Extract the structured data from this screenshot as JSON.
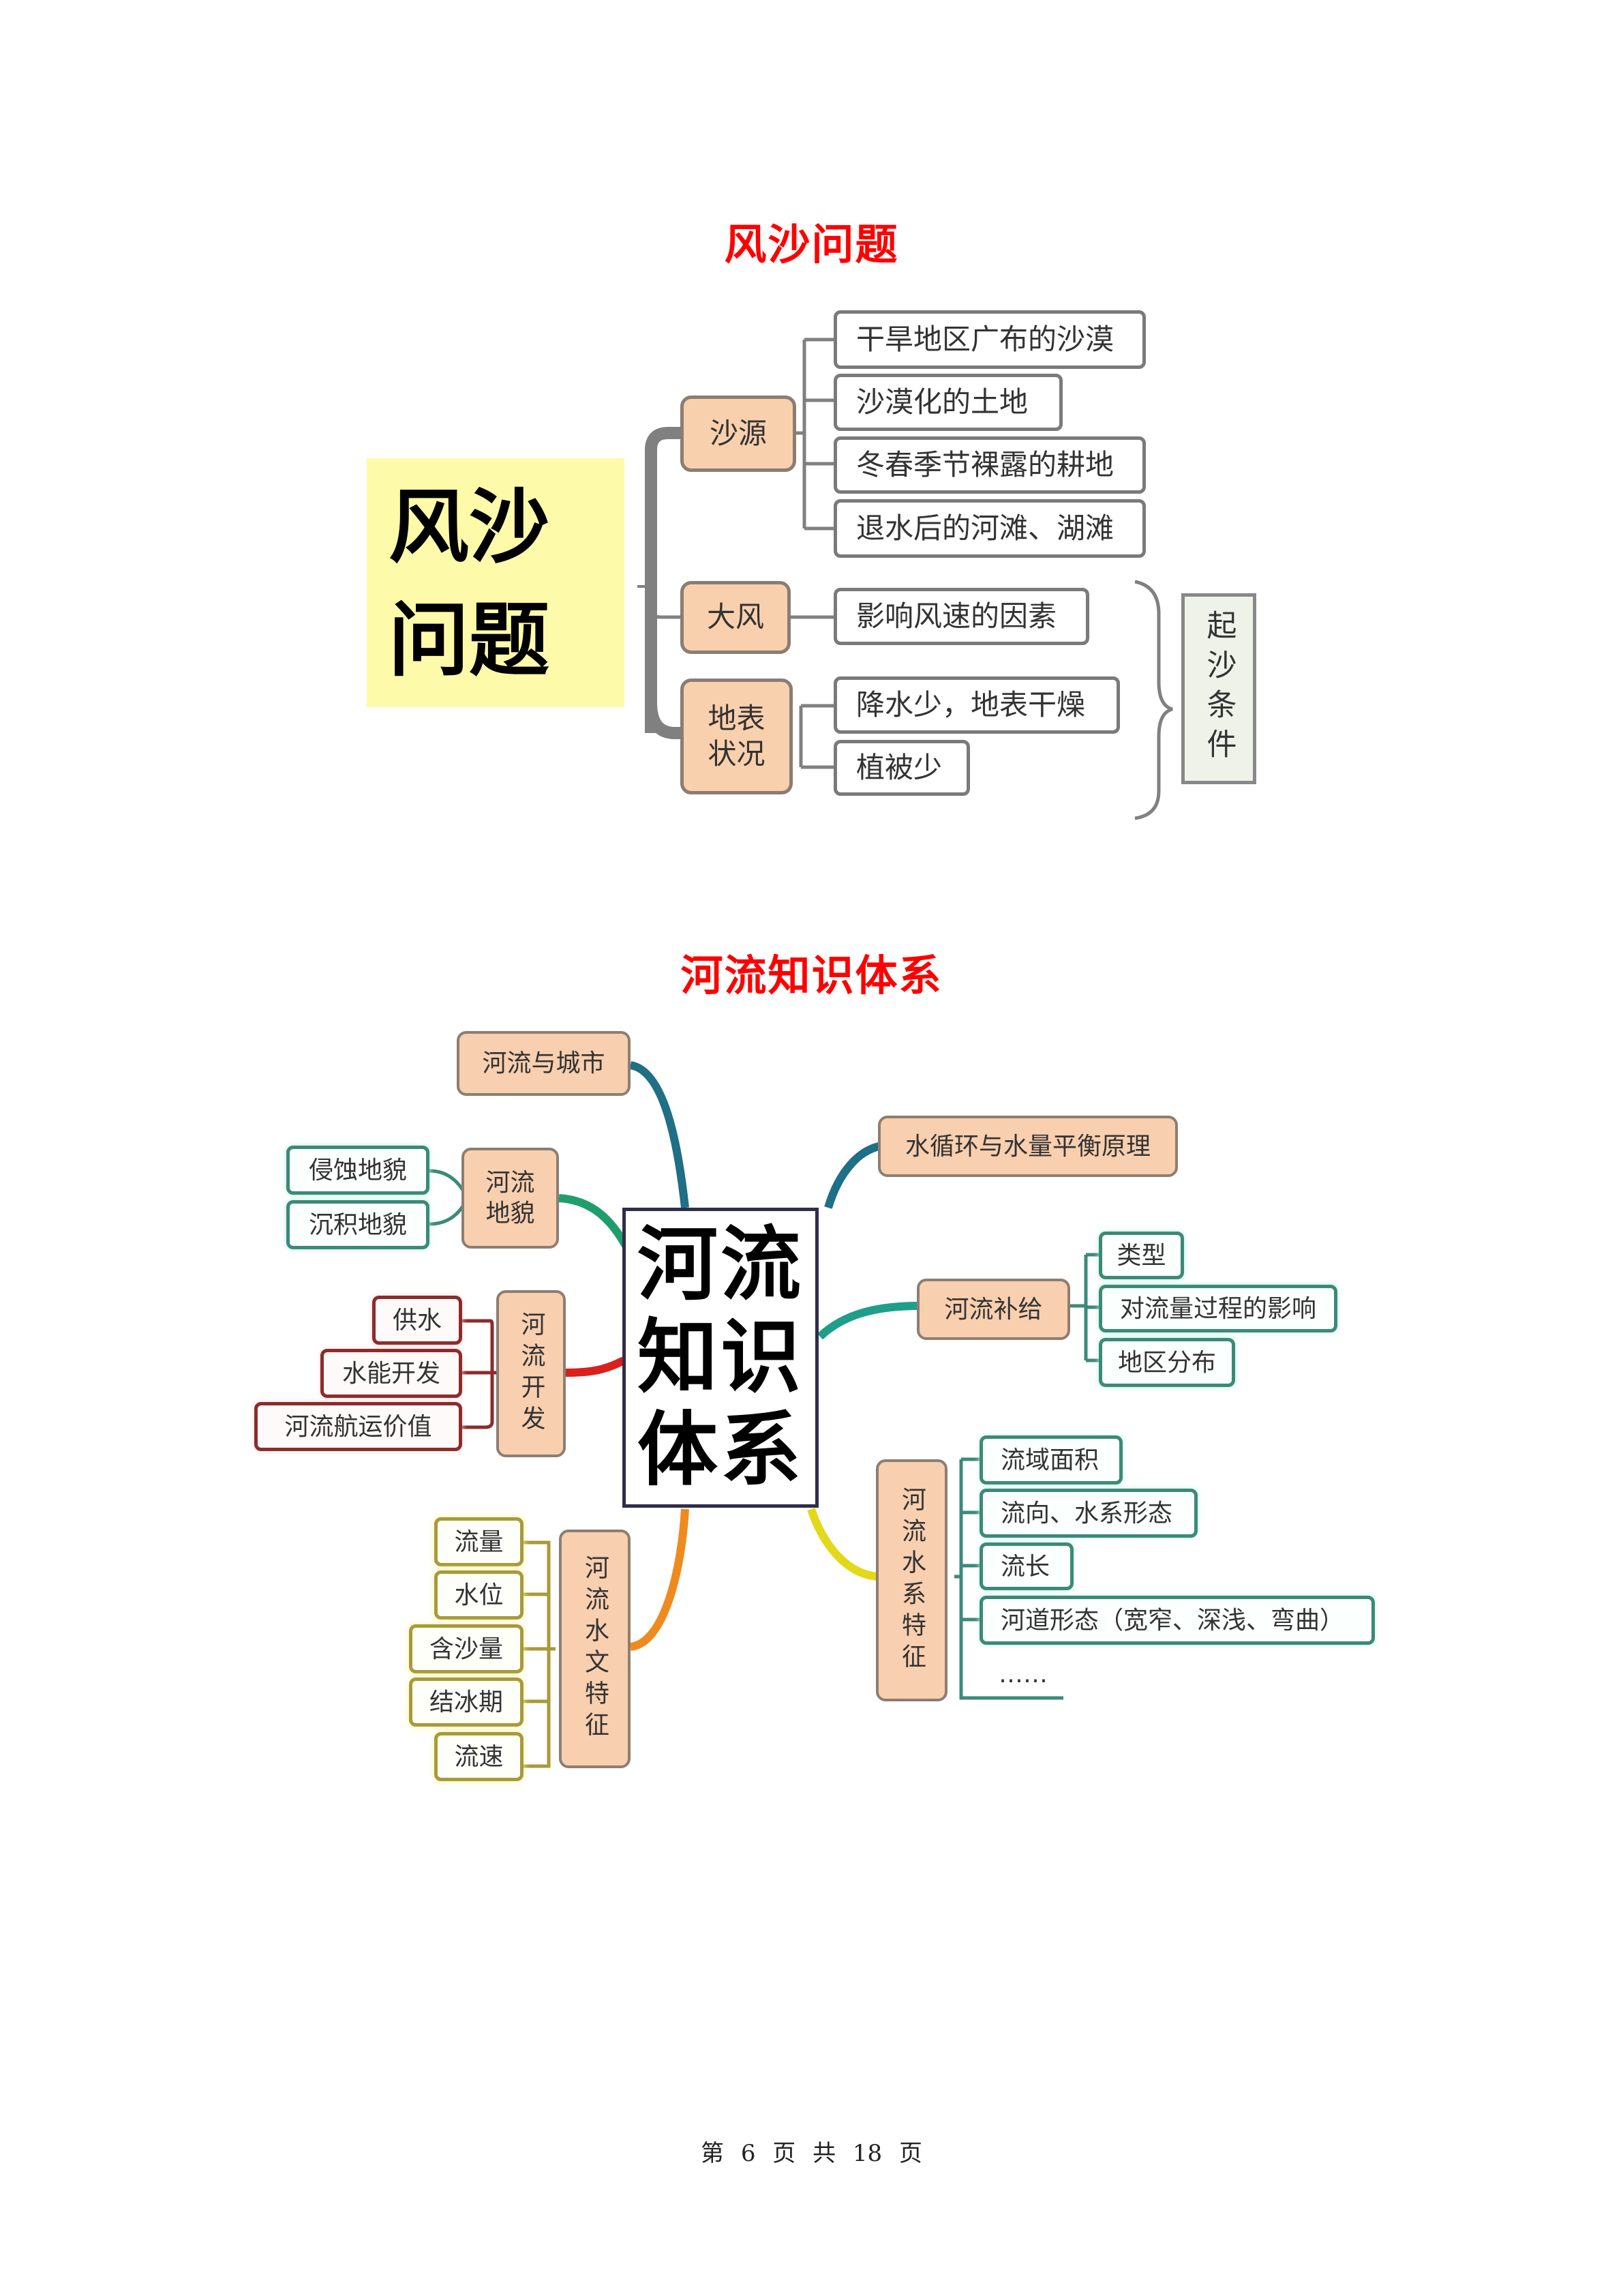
{
  "sections": [
    {
      "title": "风沙问题",
      "root": {
        "line1": "风沙",
        "line2": "问题"
      },
      "branches": [
        {
          "label": "沙源",
          "items": [
            "干旱地区广布的沙漠",
            "沙漠化的土地",
            "冬春季节裸露的耕地",
            "退水后的河滩、湖滩"
          ]
        },
        {
          "label": "大风",
          "items": [
            "影响风速的因素"
          ]
        },
        {
          "label": "地表状况",
          "items": [
            "降水少，地表干燥",
            "植被少"
          ]
        }
      ],
      "brace_label": "起沙条件"
    },
    {
      "title": "河流知识体系",
      "center": {
        "line1": "河流",
        "line2": "知识",
        "line3": "体系"
      },
      "branches": [
        {
          "label": "河流与城市",
          "color": "#1f6f86",
          "items": []
        },
        {
          "label": "河流地貌",
          "color": "#1f9e6b",
          "items": [
            "侵蚀地貌",
            "沉积地貌"
          ]
        },
        {
          "label": "河流开发",
          "color": "#d9201c",
          "items": [
            "供水",
            "水能开发",
            "河流航运价值"
          ]
        },
        {
          "label": "河流水文特征",
          "color": "#ef8a1e",
          "items": [
            "流量",
            "水位",
            "含沙量",
            "结冰期",
            "流速"
          ]
        },
        {
          "label": "水循环与水量平衡原理",
          "color": "#1f6f86",
          "items": []
        },
        {
          "label": "河流补给",
          "color": "#1f9e8a",
          "items": [
            "类型",
            "对流量过程的影响",
            "地区分布"
          ]
        },
        {
          "label": "河流水系特征",
          "color": "#e3d81a",
          "items": [
            "流域面积",
            "流向、水系形态",
            "流长",
            "河道形态（宽窄、深浅、弯曲）",
            "……"
          ]
        }
      ]
    }
  ],
  "footer": {
    "text": "第 6 页 共 18 页",
    "page": 6,
    "total": 18
  }
}
